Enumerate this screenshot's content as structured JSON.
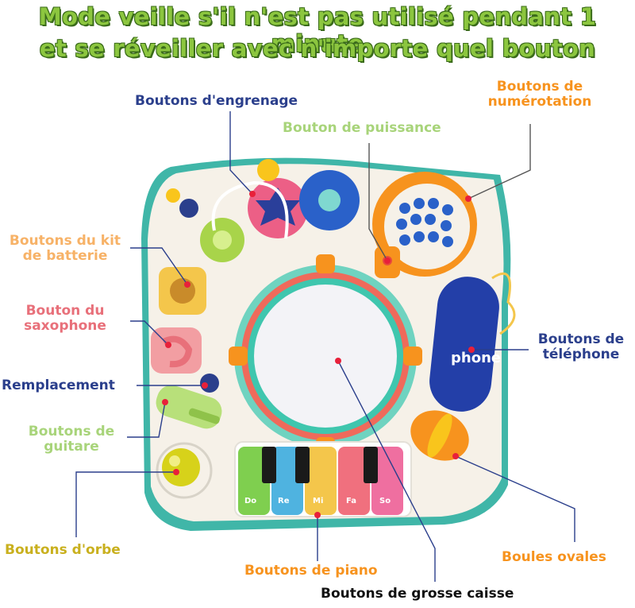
{
  "header": {
    "line1": "Mode veille s'il n'est pas utilisé pendant 1 minute",
    "line2": "et se réveiller avec n'importe quel bouton"
  },
  "labels": {
    "gears": "Boutons d'engrenage",
    "numbering_1": "Boutons de",
    "numbering_2": "numérotation",
    "power": "Bouton de puissance",
    "drum_kit_1": "Boutons du kit",
    "drum_kit_2": "de batterie",
    "saxophone_1": "Bouton du",
    "saxophone_2": "saxophone",
    "phone_1": "Boutons de",
    "phone_2": "téléphone",
    "replacement": "Remplacement",
    "guitar_1": "Boutons de",
    "guitar_2": "guitare",
    "orb": "Boutons d'orbe",
    "oval": "Boules ovales",
    "piano": "Boutons de piano",
    "bass_drum": "Boutons de grosse caisse"
  },
  "toy": {
    "piano_keys": [
      "Do",
      "Re",
      "Mi",
      "Fa",
      "So"
    ],
    "phone_brand": "phone"
  },
  "colors": {
    "headline": "#8cc63f",
    "navy": "#2b3f8c",
    "orange": "#f7931e",
    "light_green": "#a8d47a",
    "peach": "#f7b267",
    "pink": "#e8707a",
    "olive": "#c9b01e",
    "black": "#111111"
  }
}
